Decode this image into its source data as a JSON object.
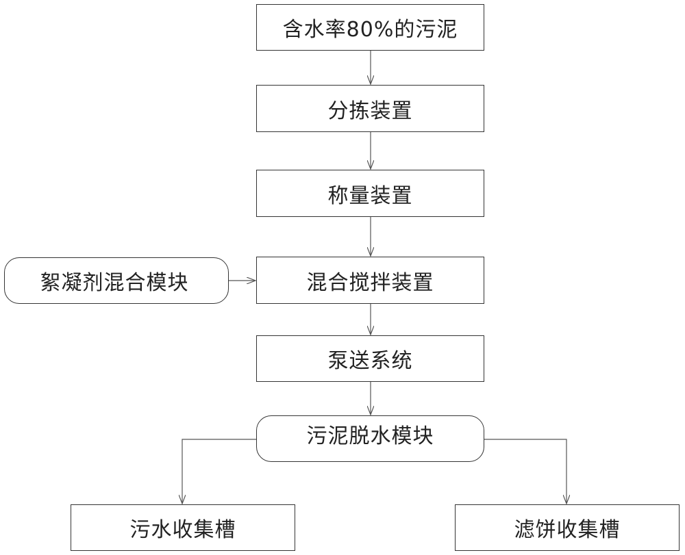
{
  "nodes": {
    "sludge_input": "含水率80%的污泥",
    "sorting_device": "分拣装置",
    "weighing_device": "称量装置",
    "mixing_device": "混合搅拌装置",
    "flocculant_module": "絮凝剂混合模块",
    "pumping_system": "泵送系统",
    "dewatering_module": "污泥脱水模块",
    "sewage_tank": "污水收集槽",
    "filter_cake_tank": "滤饼收集槽"
  },
  "edges": [
    {
      "from": "sludge_input",
      "to": "sorting_device"
    },
    {
      "from": "sorting_device",
      "to": "weighing_device"
    },
    {
      "from": "weighing_device",
      "to": "mixing_device"
    },
    {
      "from": "flocculant_module",
      "to": "mixing_device"
    },
    {
      "from": "mixing_device",
      "to": "pumping_system"
    },
    {
      "from": "pumping_system",
      "to": "dewatering_module"
    },
    {
      "from": "dewatering_module",
      "to": "sewage_tank"
    },
    {
      "from": "dewatering_module",
      "to": "filter_cake_tank"
    }
  ],
  "colors": {
    "line": "#555555",
    "border": "#333333",
    "text": "#222222"
  }
}
